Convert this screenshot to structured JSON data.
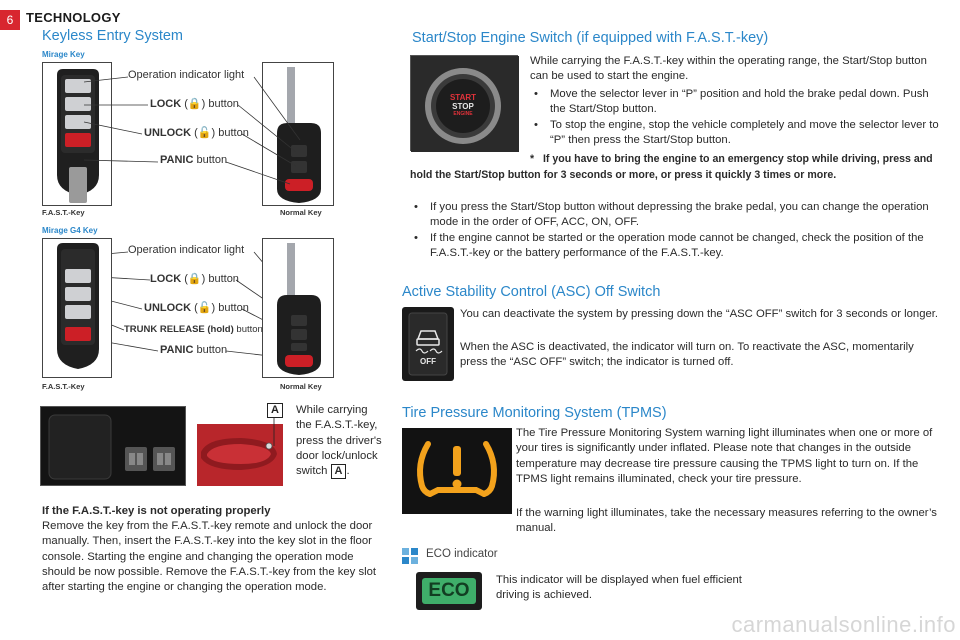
{
  "header": {
    "page_number": "6",
    "section": "TECHNOLOGY"
  },
  "keyless": {
    "title": "Keyless Entry System",
    "mirage_key": {
      "label": "Mirage Key",
      "callouts": {
        "indicator": "Operation indicator light",
        "lock_bold": "LOCK",
        "lock_rest": "button",
        "unlock_bold": "UNLOCK",
        "unlock_rest": "button",
        "panic_bold": "PANIC",
        "panic_rest": "button"
      },
      "captions": {
        "fast_key": "F.A.S.T.-Key",
        "normal_key": "Normal Key"
      }
    },
    "g4_key": {
      "label": "Mirage G4 Key",
      "callouts": {
        "indicator": "Operation indicator light",
        "lock_bold": "LOCK",
        "lock_rest": "button",
        "unlock_bold": "UNLOCK",
        "unlock_rest": "button",
        "trunk_bold": "TRUNK RELEASE (hold)",
        "trunk_rest": "button",
        "panic_bold": "PANIC",
        "panic_rest": "button"
      },
      "captions": {
        "fast_key": "F.A.S.T.-Key",
        "normal_key": "Normal Key"
      }
    },
    "door": {
      "marker": "A",
      "text": "While carrying the F.A.S.T.-key, press the driver's door lock/unlock switch",
      "end": "."
    },
    "fallback": {
      "heading": "If the F.A.S.T.-key is not operating properly",
      "body": "Remove the key from the F.A.S.T.-key remote and unlock the door manually. Then, insert the F.A.S.T.-key into the key slot in the floor console. Starting the engine and changing the operation mode should be now possible. Remove the F.A.S.T.-key from the key slot after starting the engine or changing the operation mode."
    }
  },
  "start_stop": {
    "title": "Start/Stop Engine Switch (if equipped with F.A.S.T.-key)",
    "button_text": {
      "line1": "START",
      "line2": "STOP",
      "line3": "ENGINE"
    },
    "intro": "While carrying the F.A.S.T.-key within the operating range, the Start/Stop button can be used to start the engine.",
    "bullets": [
      "Move the selector lever in “P” position and hold the brake pedal down. Push the Start/Stop button.",
      "To stop the engine, stop the vehicle completely and move the selector lever to “P” then press the Start/Stop button."
    ],
    "note_mark": "*",
    "note": "If you have to bring the engine to an emergency stop while driving, press and hold the Start/Stop button for 3 seconds or more, or press it quickly 3 times or more.",
    "bullets2": [
      "If you press the Start/Stop button without depressing the brake pedal, you can change the operation mode in the order of OFF, ACC, ON, OFF.",
      "If the engine cannot be started or the operation mode cannot be changed, check the position of the F.A.S.T.-key or the battery performance of the F.A.S.T.-key."
    ]
  },
  "asc": {
    "title": "Active Stability Control (ASC) Off Switch",
    "icon_text": "OFF",
    "p1": "You can deactivate the system by pressing down the “ASC OFF” switch for 3 seconds or longer.",
    "p2": "When the ASC is deactivated, the indicator will turn on. To reactivate the ASC, momentarily press the “ASC OFF” switch; the indicator is turned off."
  },
  "tpms": {
    "title": "Tire Pressure Monitoring System (TPMS)",
    "p1": "The Tire Pressure Monitoring System warning light illuminates when one or more of your tires is significantly under inflated. Please note that changes in the outside temperature may decrease tire pressure causing the TPMS light to turn on. If the TPMS light remains illuminated, check your tire pressure.",
    "p2": "If the warning light illuminates, take the necessary measures referring to the owner’s manual."
  },
  "eco": {
    "title": "ECO indicator",
    "icon_text": "ECO",
    "text": "This indicator will be displayed when fuel efficient driving is achieved."
  },
  "watermark": "carmanualsonline.info",
  "colors": {
    "accent_blue": "#2b87c9",
    "badge_red": "#d8262f",
    "tpms_amber": "#f3a21c",
    "eco_green": "#3fae6a"
  }
}
